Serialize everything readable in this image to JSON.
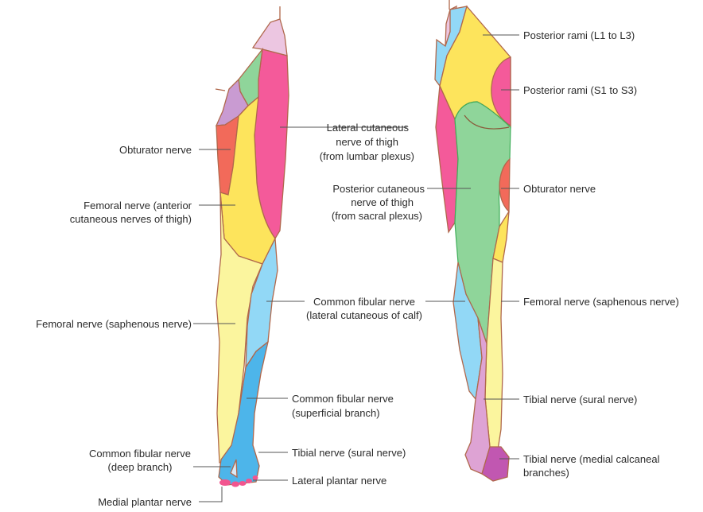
{
  "colors": {
    "outline": "#b0684c",
    "lilac": "#ecc6e1",
    "pink": "#f45a9a",
    "green": "#8fd59a",
    "purple": "#c99bd2",
    "orange_red": "#f26a5a",
    "yellow": "#fde45c",
    "light_yellow": "#fbf59e",
    "light_blue": "#92d8f6",
    "blue": "#4db5ea",
    "rose": "#dea3d4",
    "magenta": "#c157b1"
  },
  "anterior_labels": {
    "obturator": [
      "Obturator nerve"
    ],
    "femoral_anterior": [
      "Femoral nerve (anterior",
      "cutaneous nerves of thigh)"
    ],
    "femoral_saphenous": [
      "Femoral nerve (saphenous nerve)"
    ],
    "fibular_deep": [
      "Common fibular nerve",
      "(deep branch)"
    ],
    "medial_plantar": [
      "Medial plantar nerve"
    ],
    "lateral_cutaneous_thigh": [
      "Lateral cutaneous",
      "nerve of thigh",
      "(from lumbar plexus)"
    ],
    "fibular_lateral_calf": [
      "Common fibular nerve",
      "(lateral cutaneous of calf)"
    ],
    "fibular_superficial": [
      "Common fibular nerve",
      "(superficial branch)"
    ],
    "tibial_sural": [
      "Tibial nerve (sural nerve)"
    ],
    "lateral_plantar": [
      "Lateral plantar nerve"
    ]
  },
  "posterior_labels": {
    "posterior_cutaneous_thigh": [
      "Posterior cutaneous",
      "nerve of thigh",
      "(from sacral plexus)"
    ],
    "rami_l1_l3": [
      "Posterior rami (L1 to L3)"
    ],
    "rami_s1_s3": [
      "Posterior rami (S1 to S3)"
    ],
    "obturator": [
      "Obturator nerve"
    ],
    "femoral_saphenous": [
      "Femoral nerve (saphenous nerve)"
    ],
    "tibial_sural": [
      "Tibial nerve (sural nerve)"
    ],
    "tibial_calcaneal": [
      "Tibial nerve (medial calcaneal",
      "branches)"
    ]
  }
}
